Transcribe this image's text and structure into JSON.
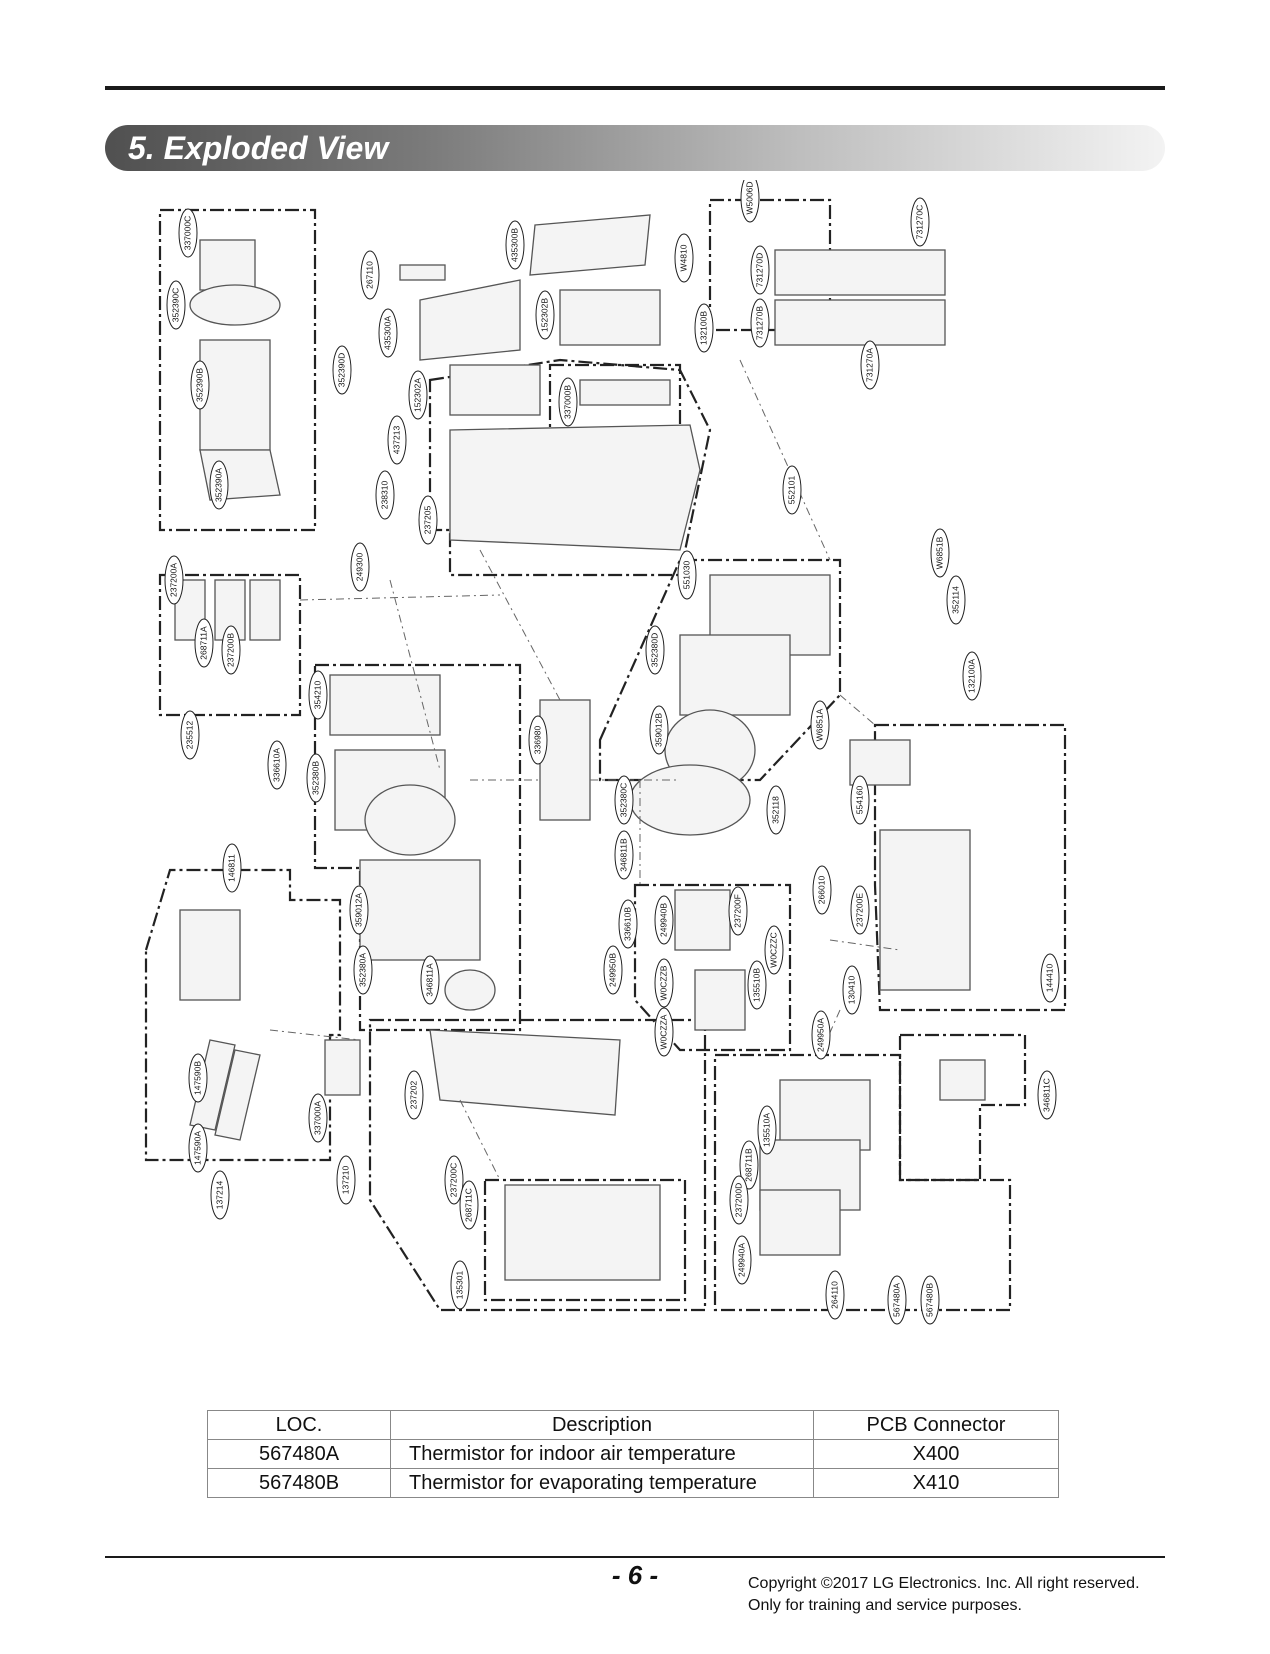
{
  "section": {
    "title": "5. Exploded View"
  },
  "parts": [
    "337000C",
    "352390C",
    "352390B",
    "352390A",
    "352390D",
    "267110",
    "435300A",
    "435300B",
    "152302B",
    "152302A",
    "437213",
    "238310",
    "237205",
    "337000B",
    "W5006D",
    "W4810",
    "731270D",
    "731270C",
    "731270B",
    "731270A",
    "132100B",
    "552101",
    "W6851B",
    "352114",
    "237200A",
    "268711A",
    "237200B",
    "249300",
    "235512",
    "354210",
    "336610A",
    "352380B",
    "359012A",
    "352380A",
    "346811A",
    "336980",
    "551030",
    "352380D",
    "359012B",
    "352380C",
    "346811B",
    "132100A",
    "W6851A",
    "554160",
    "352118",
    "266010",
    "237200E",
    "130410",
    "144410",
    "146811",
    "147590B",
    "147590A",
    "337000A",
    "137214",
    "336610B",
    "249940B",
    "237200F",
    "W0CZZB",
    "W0CZZC",
    "W0CZZA",
    "135510B",
    "249950B",
    "249950A",
    "237202",
    "137210",
    "237200C",
    "268711C",
    "135301",
    "135510A",
    "268711B",
    "237200D",
    "249940A",
    "264110",
    "567480A",
    "567480B",
    "346811C"
  ],
  "table": {
    "headers": [
      "LOC.",
      "Description",
      "PCB Connector"
    ],
    "rows": [
      {
        "loc": "567480A",
        "description": "Thermistor for indoor air temperature",
        "connector": "X400"
      },
      {
        "loc": "567480B",
        "description": "Thermistor for evaporating temperature",
        "connector": "X410"
      }
    ]
  },
  "footer": {
    "page_number": "- 6 -",
    "copyright_line1": "Copyright ©2017 LG Electronics. Inc. All right reserved.",
    "copyright_line2": "Only for training and service purposes."
  }
}
